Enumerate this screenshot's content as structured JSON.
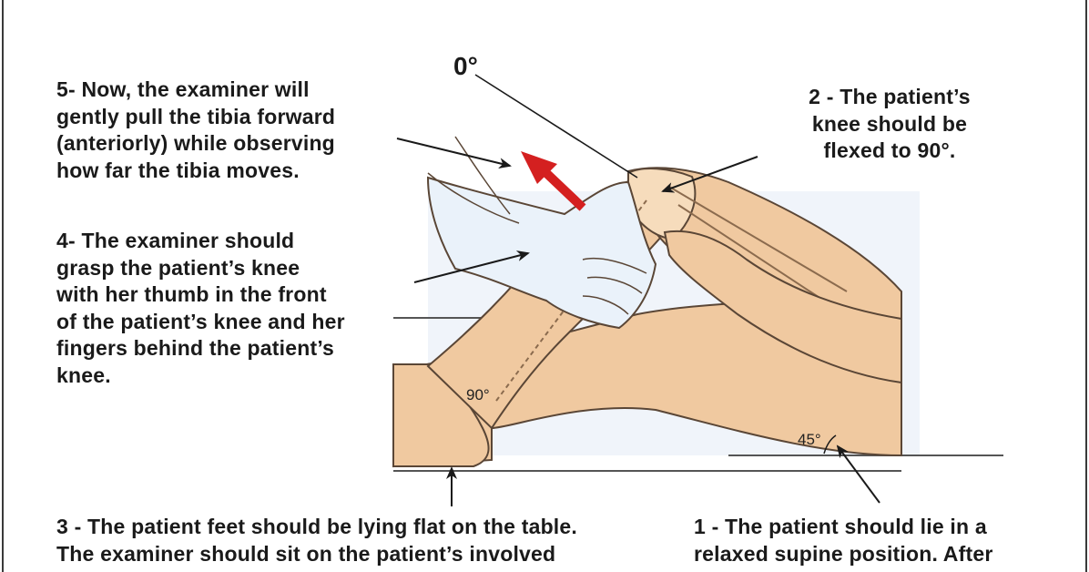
{
  "notes": {
    "step5": "5- Now, the examiner will\ngently pull the tibia forward\n(anteriorly) while observing\nhow far the tibia moves.",
    "step4": "4- The examiner should\ngrasp the patient’s knee\nwith her thumb in the front\nof the patient’s knee and her\nfingers behind the patient’s\nknee.",
    "step2": "2 - The patient’s\nknee should be\nflexed to 90°.",
    "step3": "3 - The patient feet should be lying flat on the table.\nThe examiner should sit on the patient’s involved",
    "step1": "1 - The patient should lie in a\nrelaxed supine position. After"
  },
  "angles": {
    "zero": "0°",
    "ninety": "90°",
    "fortyfive": "45°"
  },
  "colors": {
    "skin": "#f0c9a0",
    "skin_shadow": "#e3b084",
    "outline": "#5a4636",
    "glove": "#eaf2fa",
    "arrow_red": "#d42020",
    "table_shade": "#e6eef7"
  }
}
